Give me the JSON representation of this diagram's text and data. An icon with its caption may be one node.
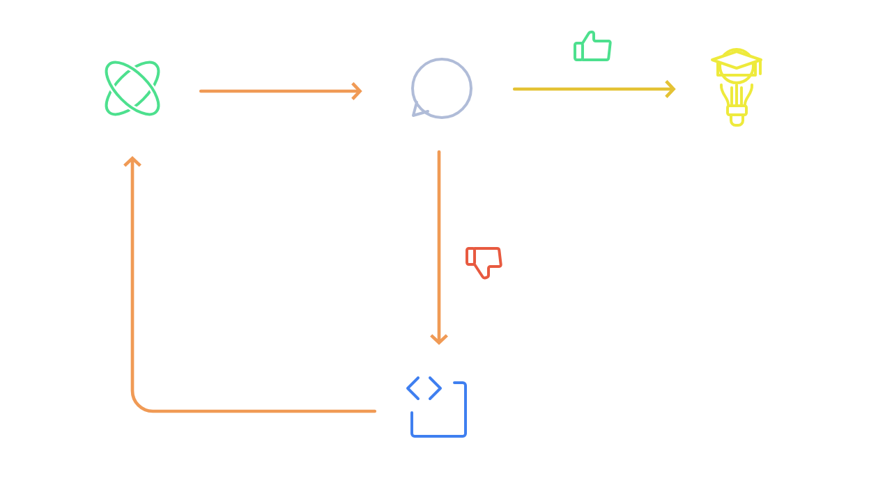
{
  "diagram": {
    "nodes": [
      {
        "text": [],
        "shape": "atom"
      },
      {
        "text": [],
        "shape": "bubble"
      },
      {
        "text": [],
        "shape": "bulb"
      },
      {
        "text": [],
        "shape": "code"
      }
    ],
    "edges": [
      {
        "from": 0,
        "to": 1,
        "arrow": "to"
      },
      {
        "from": 1,
        "to": 2,
        "arrow": "to",
        "color": "#e4c234"
      },
      {
        "from": 1,
        "to": 3,
        "arrow": "to"
      },
      {
        "from": 3,
        "to": 0,
        "arrow": "to"
      }
    ]
  }
}
